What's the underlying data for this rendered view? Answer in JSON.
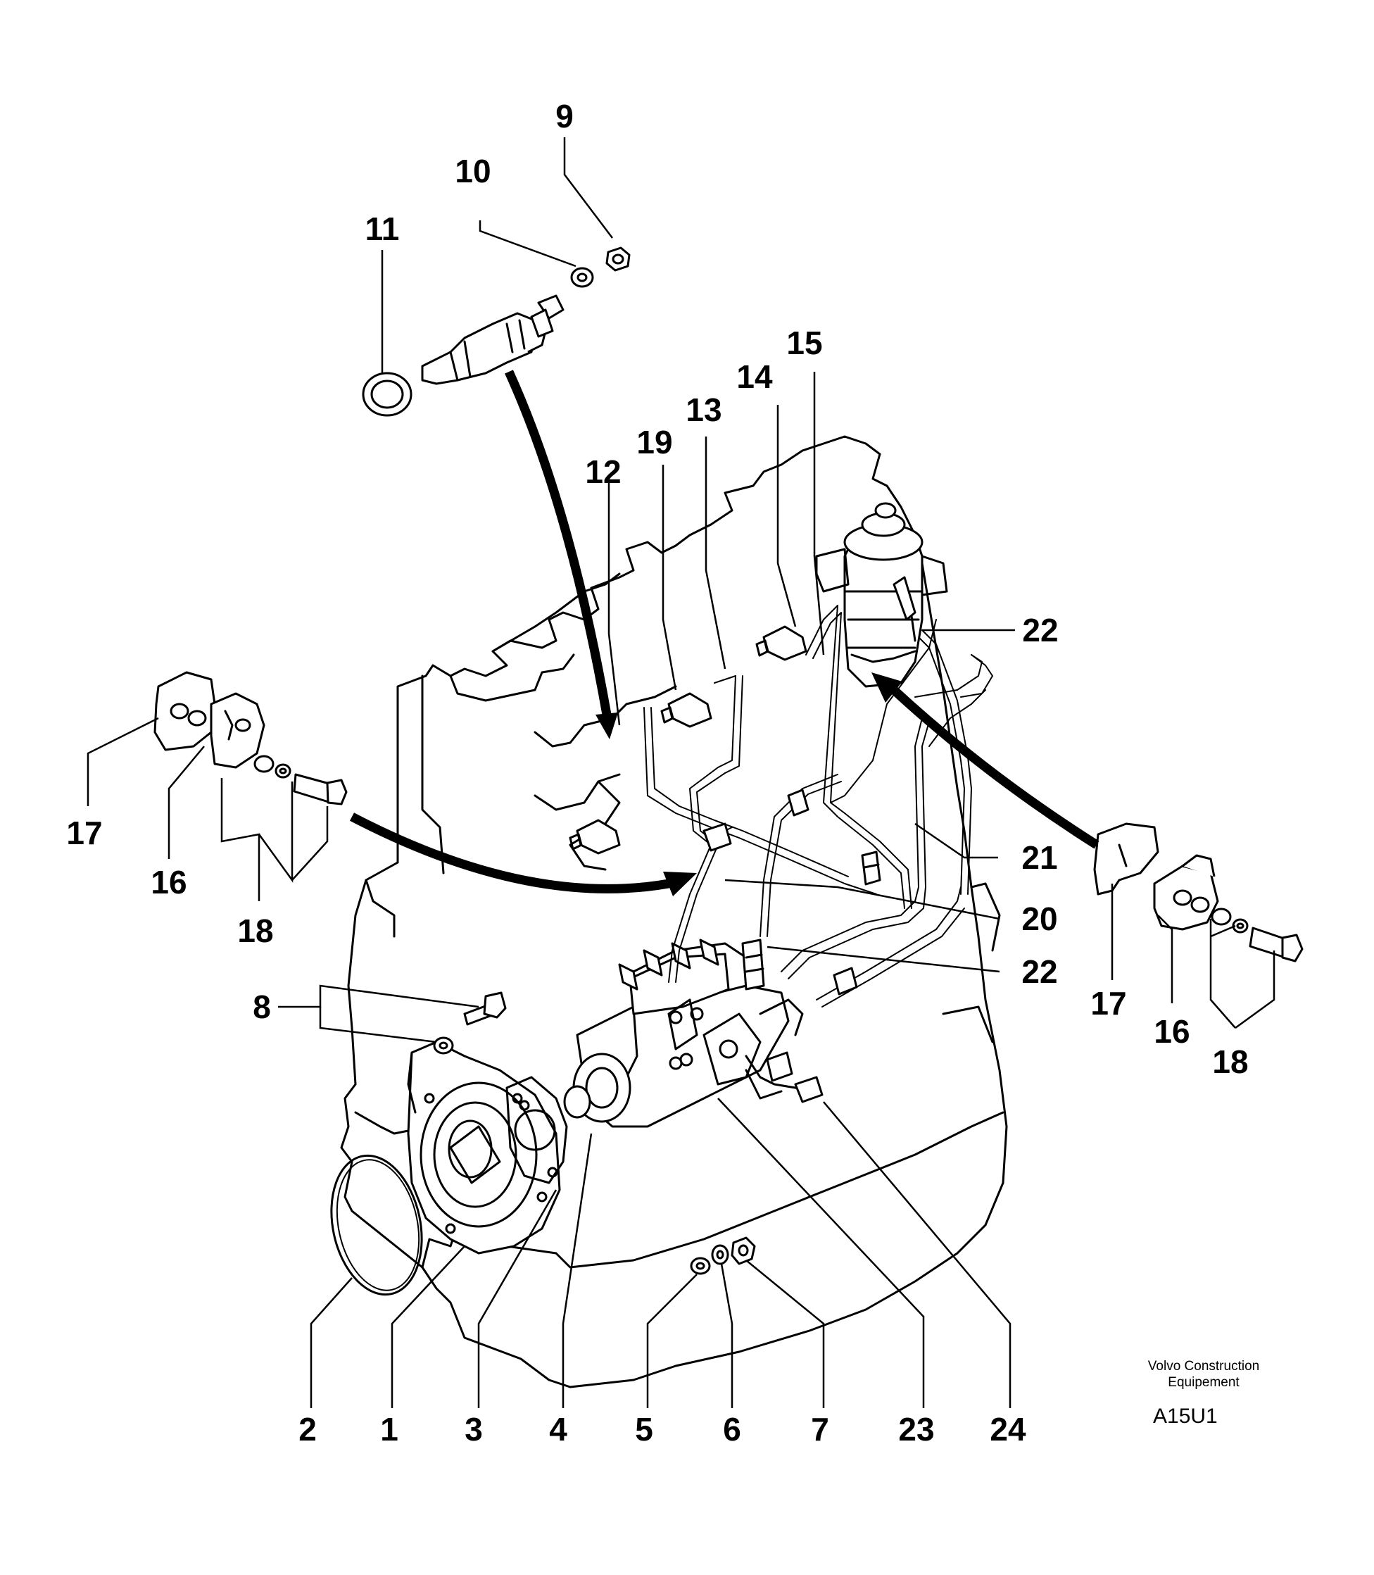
{
  "drawing": {
    "credit_line1": "Volvo Construction",
    "credit_line2": "Equipement",
    "drawing_code": "A15U1"
  },
  "callouts": {
    "c1": "1",
    "c2": "2",
    "c3": "3",
    "c4": "4",
    "c5": "5",
    "c6": "6",
    "c7": "7",
    "c8": "8",
    "c9": "9",
    "c10": "10",
    "c11": "11",
    "c12": "12",
    "c13": "13",
    "c14": "14",
    "c15": "15",
    "c16_left": "16",
    "c16_right": "16",
    "c17_left": "17",
    "c17_right": "17",
    "c18_left": "18",
    "c18_right": "18",
    "c19": "19",
    "c20": "20",
    "c21": "21",
    "c22_upper": "22",
    "c22_lower": "22",
    "c23": "23",
    "c24": "24"
  }
}
